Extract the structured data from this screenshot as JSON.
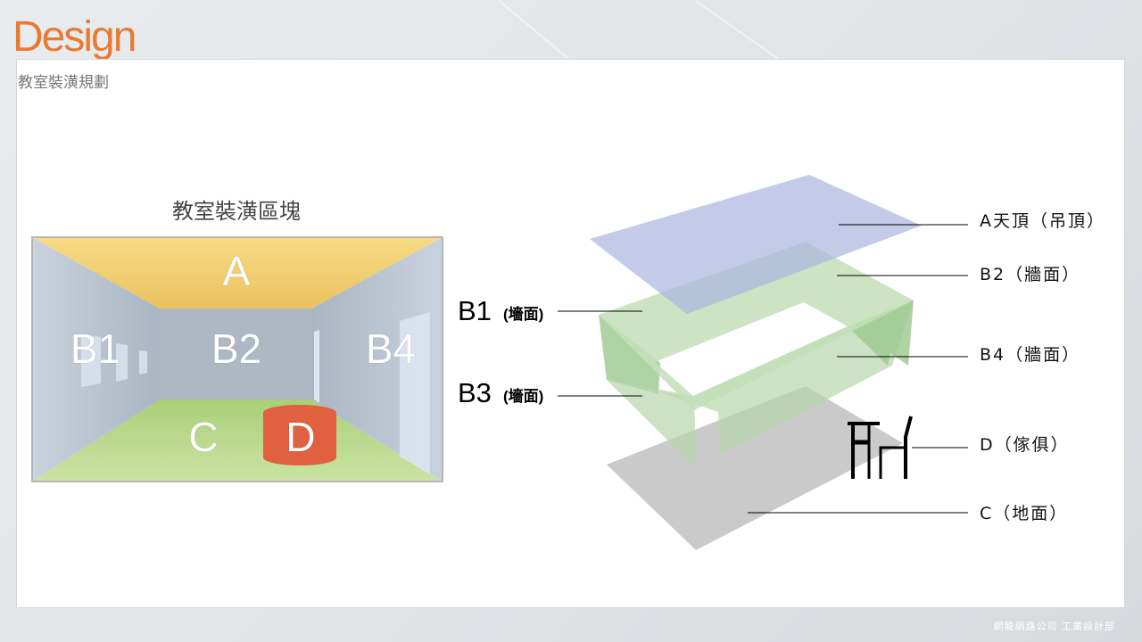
{
  "header": {
    "brand": "Design",
    "subtitle": "教室裝潢規劃"
  },
  "left_diagram": {
    "title": "教室裝潢區塊",
    "regions": {
      "ceiling": "A",
      "left_wall": "B1",
      "back_wall": "B2",
      "right_wall": "B4",
      "floor": "C",
      "furniture": "D"
    }
  },
  "right_diagram": {
    "left_labels": [
      {
        "code": "B1",
        "desc": "(墻面)"
      },
      {
        "code": "B3",
        "desc": "(墻面)"
      }
    ],
    "right_labels": [
      "A天頂（吊頂）",
      "B2（牆面）",
      "B4（牆面）",
      "D（傢俱）",
      "C（地面）"
    ]
  },
  "footer": {
    "text": "網龍網路公司 工業設計部"
  },
  "colors": {
    "brand": "#ea7a32",
    "ceiling": "#f2cf6e",
    "floor": "#b9da8f",
    "furniture": "#e0603f",
    "blue_plane": "#c3cce8",
    "green_plane": "#c9e2c1",
    "grey_plane": "#cacaca"
  }
}
